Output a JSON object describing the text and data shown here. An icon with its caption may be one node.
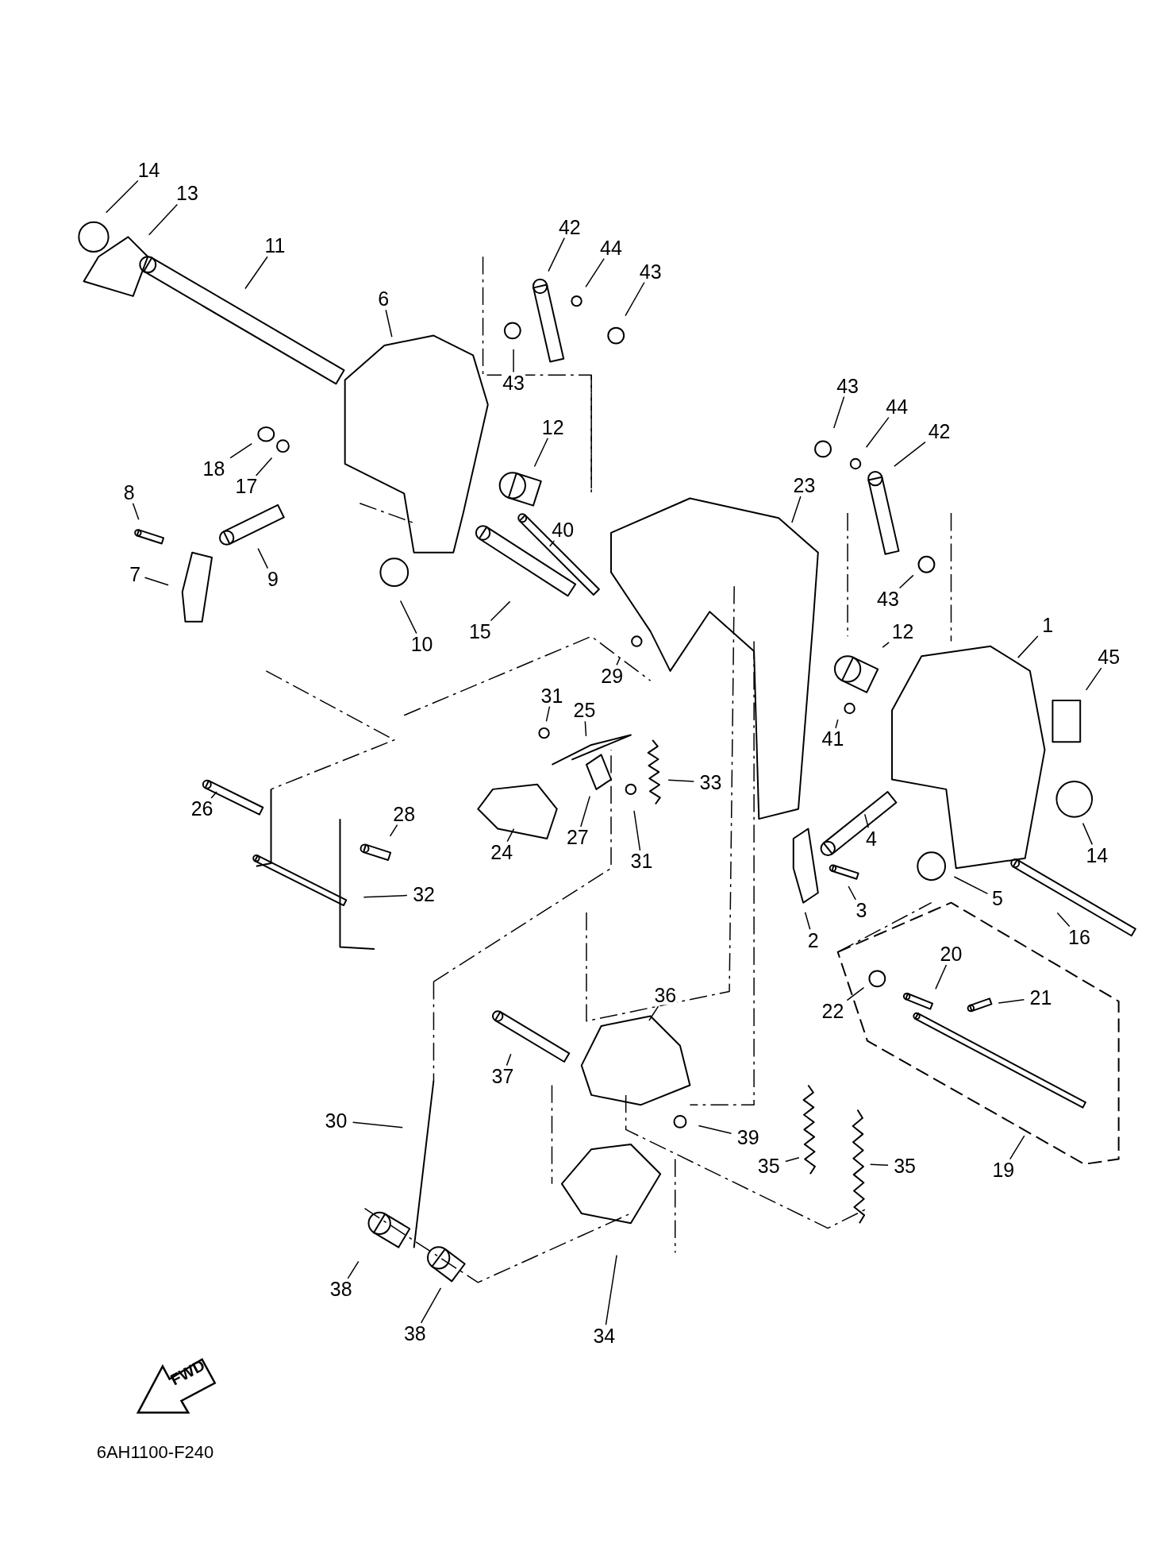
{
  "diagram": {
    "nodes": [
      {
        "text": [
          "14"
        ]
      },
      {
        "text": [
          "13"
        ]
      },
      {
        "text": [
          "11"
        ]
      },
      {
        "text": [
          "42"
        ]
      },
      {
        "text": [
          "44"
        ]
      },
      {
        "text": [
          "43"
        ]
      },
      {
        "text": [
          "6"
        ]
      },
      {
        "text": [
          "43"
        ]
      },
      {
        "text": [
          "43"
        ]
      },
      {
        "text": [
          "44"
        ]
      },
      {
        "text": [
          "42"
        ]
      },
      {
        "text": [
          "18"
        ]
      },
      {
        "text": [
          "12"
        ]
      },
      {
        "text": [
          "17"
        ]
      },
      {
        "text": [
          "23"
        ]
      },
      {
        "text": [
          "8"
        ]
      },
      {
        "text": [
          "40"
        ]
      },
      {
        "text": [
          "9"
        ]
      },
      {
        "text": [
          "7"
        ]
      },
      {
        "text": [
          "43"
        ]
      },
      {
        "text": [
          "12"
        ]
      },
      {
        "text": [
          "1"
        ]
      },
      {
        "text": [
          "45"
        ]
      },
      {
        "text": [
          "10"
        ]
      },
      {
        "text": [
          "15"
        ]
      },
      {
        "text": [
          "29"
        ]
      },
      {
        "text": [
          "31"
        ]
      },
      {
        "text": [
          "25"
        ]
      },
      {
        "text": [
          "41"
        ]
      },
      {
        "text": [
          "33"
        ]
      },
      {
        "text": [
          "26"
        ]
      },
      {
        "text": [
          "28"
        ]
      },
      {
        "text": [
          "4"
        ]
      },
      {
        "text": [
          "14"
        ]
      },
      {
        "text": [
          "24"
        ]
      },
      {
        "text": [
          "27"
        ]
      },
      {
        "text": [
          "31"
        ]
      },
      {
        "text": [
          "32"
        ]
      },
      {
        "text": [
          "3"
        ]
      },
      {
        "text": [
          "5"
        ]
      },
      {
        "text": [
          "2"
        ]
      },
      {
        "text": [
          "16"
        ]
      },
      {
        "text": [
          "20"
        ]
      },
      {
        "text": [
          "21"
        ]
      },
      {
        "text": [
          "36"
        ]
      },
      {
        "text": [
          "22"
        ]
      },
      {
        "text": [
          "37"
        ]
      },
      {
        "text": [
          "30"
        ]
      },
      {
        "text": [
          "39"
        ]
      },
      {
        "text": [
          "35"
        ]
      },
      {
        "text": [
          "35"
        ]
      },
      {
        "text": [
          "19"
        ]
      },
      {
        "text": [
          "38"
        ]
      },
      {
        "text": [
          "38"
        ]
      },
      {
        "text": [
          "34"
        ]
      }
    ],
    "edges": [
      {
        "from": 0,
        "to": null,
        "arrow": "none"
      },
      {
        "from": 1,
        "to": null,
        "arrow": "none"
      },
      {
        "from": 2,
        "to": null,
        "arrow": "none"
      },
      {
        "from": 3,
        "to": null,
        "arrow": "none"
      },
      {
        "from": 4,
        "to": null,
        "arrow": "none"
      },
      {
        "from": 5,
        "to": null,
        "arrow": "none"
      },
      {
        "from": 6,
        "to": null,
        "arrow": "none"
      },
      {
        "from": 7,
        "to": null,
        "arrow": "none"
      },
      {
        "from": 8,
        "to": null,
        "arrow": "none"
      },
      {
        "from": 9,
        "to": null,
        "arrow": "none"
      },
      {
        "from": 10,
        "to": null,
        "arrow": "none"
      },
      {
        "from": 11,
        "to": null,
        "arrow": "none"
      },
      {
        "from": 12,
        "to": null,
        "arrow": "none"
      },
      {
        "from": 13,
        "to": null,
        "arrow": "none"
      },
      {
        "from": 14,
        "to": null,
        "arrow": "none"
      },
      {
        "from": 15,
        "to": null,
        "arrow": "none"
      },
      {
        "from": 16,
        "to": null,
        "arrow": "none"
      },
      {
        "from": 17,
        "to": null,
        "arrow": "none"
      },
      {
        "from": 18,
        "to": null,
        "arrow": "none"
      },
      {
        "from": 19,
        "to": null,
        "arrow": "none"
      },
      {
        "from": 20,
        "to": null,
        "arrow": "none"
      },
      {
        "from": 21,
        "to": null,
        "arrow": "none"
      },
      {
        "from": 22,
        "to": null,
        "arrow": "none"
      },
      {
        "from": 23,
        "to": null,
        "arrow": "none"
      },
      {
        "from": 24,
        "to": null,
        "arrow": "none"
      },
      {
        "from": 25,
        "to": null,
        "arrow": "none"
      },
      {
        "from": 26,
        "to": null,
        "arrow": "none"
      },
      {
        "from": 27,
        "to": null,
        "arrow": "none"
      },
      {
        "from": 28,
        "to": null,
        "arrow": "none"
      },
      {
        "from": 29,
        "to": null,
        "arrow": "none"
      },
      {
        "from": 30,
        "to": null,
        "arrow": "none"
      },
      {
        "from": 31,
        "to": null,
        "arrow": "none"
      },
      {
        "from": 32,
        "to": null,
        "arrow": "none"
      },
      {
        "from": 33,
        "to": null,
        "arrow": "none"
      },
      {
        "from": 34,
        "to": null,
        "arrow": "none"
      },
      {
        "from": 35,
        "to": null,
        "arrow": "none"
      },
      {
        "from": 36,
        "to": null,
        "arrow": "none"
      },
      {
        "from": 37,
        "to": null,
        "arrow": "none"
      },
      {
        "from": 38,
        "to": null,
        "arrow": "none"
      },
      {
        "from": 39,
        "to": null,
        "arrow": "none"
      },
      {
        "from": 40,
        "to": null,
        "arrow": "none"
      },
      {
        "from": 41,
        "to": null,
        "arrow": "none"
      },
      {
        "from": 42,
        "to": null,
        "arrow": "none"
      },
      {
        "from": 43,
        "to": null,
        "arrow": "none"
      },
      {
        "from": 44,
        "to": null,
        "arrow": "none"
      },
      {
        "from": 45,
        "to": null,
        "arrow": "none"
      },
      {
        "from": 46,
        "to": null,
        "arrow": "none"
      },
      {
        "from": 47,
        "to": null,
        "arrow": "none"
      },
      {
        "from": 48,
        "to": null,
        "arrow": "none"
      },
      {
        "from": 49,
        "to": null,
        "arrow": "none"
      },
      {
        "from": 50,
        "to": null,
        "arrow": "none"
      },
      {
        "from": 51,
        "to": null,
        "arrow": "none"
      },
      {
        "from": 52,
        "to": null,
        "arrow": "none"
      },
      {
        "from": 53,
        "to": null,
        "arrow": "none"
      },
      {
        "from": 54,
        "to": null,
        "arrow": "none"
      }
    ],
    "labels": [
      "FWD",
      "6AH1100-F240"
    ]
  }
}
